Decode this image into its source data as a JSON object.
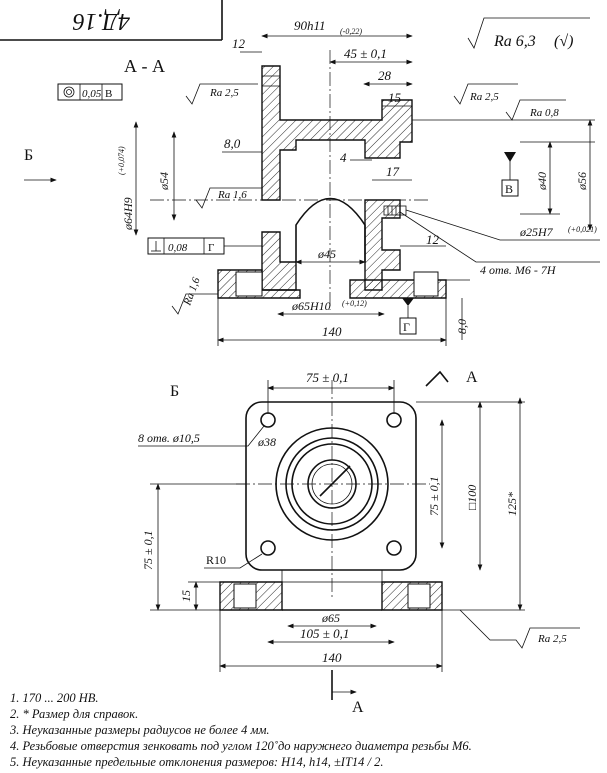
{
  "title_block": {
    "code": "4Д.16"
  },
  "section": {
    "label": "А - А",
    "roughness_general": "Ra 6,3",
    "roughness_general_mark": "(√)",
    "roughness_marks": [
      "Ra 2,5",
      "Ra 2,5",
      "Ra 0,8",
      "Ra 1,6",
      "Ra 1,6"
    ],
    "datum_b": "В",
    "datum_g": "Г",
    "tol_frame_runout": {
      "value": "0,05",
      "datum": "В"
    },
    "tol_frame_perp": {
      "value": "0,08",
      "datum": "Г"
    },
    "dims": {
      "d90": "90h11",
      "d90_tol": "(-0,22)",
      "d12_top": "12",
      "d45": "45 ± 0,1",
      "d28": "28",
      "d15": "15",
      "d8_0": "8,0",
      "d4": "4",
      "d17": "17",
      "d64": "ø64H9",
      "d64_tol": "(+0,074)",
      "d54": "ø54",
      "d40": "ø40",
      "d56": "ø56",
      "d45_inner": "ø45",
      "d12_right": "12",
      "d25": "ø25H7",
      "d25_tol": "(+0,021)",
      "holes_thread": "4 отв.  М6 - 7Н",
      "d65": "ø65H10",
      "d65_tol": "(+0,12)",
      "d8_0_base": "8,0",
      "d140": "140"
    }
  },
  "view_b": {
    "label": "Б",
    "arrow_label": "Б",
    "cut_label_top": "А",
    "cut_label_bottom": "А",
    "dims": {
      "d75_top": "75 ± 0,1",
      "holes": "8 отв.  ø10,5",
      "d38": "ø38",
      "d75_right": "75 ± 0,1",
      "sq100": "□100",
      "d125": "125*",
      "d75_left": "75 ± 0,1",
      "r10": "R10",
      "d15": "15",
      "d65": "ø65",
      "d105": "105 ± 0,1",
      "d140": "140",
      "ra_bottom": "Ra 2,5"
    }
  },
  "notes": [
    "1.  170 ... 200  НВ.",
    "2.  * Размер  для  справок.",
    "3.  Неуказанные размеры радиусов не более 4 мм.",
    "4.  Резьбовые отверстия  зенковать под углом 120˚до наружнего диаметра резьбы  М6.",
    "5.  Неуказанные предельные отклонения размеров:  Н14,  h14,  ±IT14 / 2."
  ]
}
